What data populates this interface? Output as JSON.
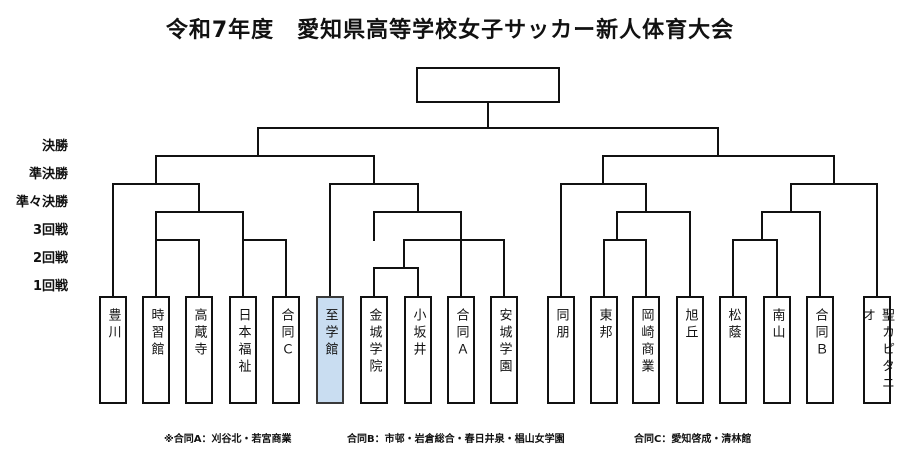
{
  "title": "令和7年度　愛知県高等学校女子サッカー新人体育大会",
  "rounds": [
    "決勝",
    "準決勝",
    "準々決勝",
    "3回戦",
    "2回戦",
    "1回戦"
  ],
  "teams": [
    {
      "name": "豊川",
      "highlight": false
    },
    {
      "name": "時習館",
      "highlight": false
    },
    {
      "name": "高蔵寺",
      "highlight": false
    },
    {
      "name": "日本福祉",
      "highlight": false
    },
    {
      "name": "合同Ｃ",
      "highlight": false
    },
    {
      "name": "至学館",
      "highlight": true
    },
    {
      "name": "金城学院",
      "highlight": false
    },
    {
      "name": "小坂井",
      "highlight": false
    },
    {
      "name": "合同Ａ",
      "highlight": false
    },
    {
      "name": "安城学園",
      "highlight": false
    },
    {
      "name": "同朋",
      "highlight": false
    },
    {
      "name": "東邦",
      "highlight": false
    },
    {
      "name": "岡崎商業",
      "highlight": false
    },
    {
      "name": "旭丘",
      "highlight": false
    },
    {
      "name": "松蔭",
      "highlight": false
    },
    {
      "name": "南山",
      "highlight": false
    },
    {
      "name": "合同Ｂ",
      "highlight": false
    },
    {
      "name": "聖カピタニオ",
      "highlight": false
    }
  ],
  "notes": [
    "※合同A：刈谷北・若宮商業",
    "合同B：市邨・岩倉総合・春日井泉・椙山女学園",
    "合同C：愛知啓成・清林館"
  ],
  "colors": {
    "line": "#111111",
    "highlight": "#c9ddf1"
  }
}
